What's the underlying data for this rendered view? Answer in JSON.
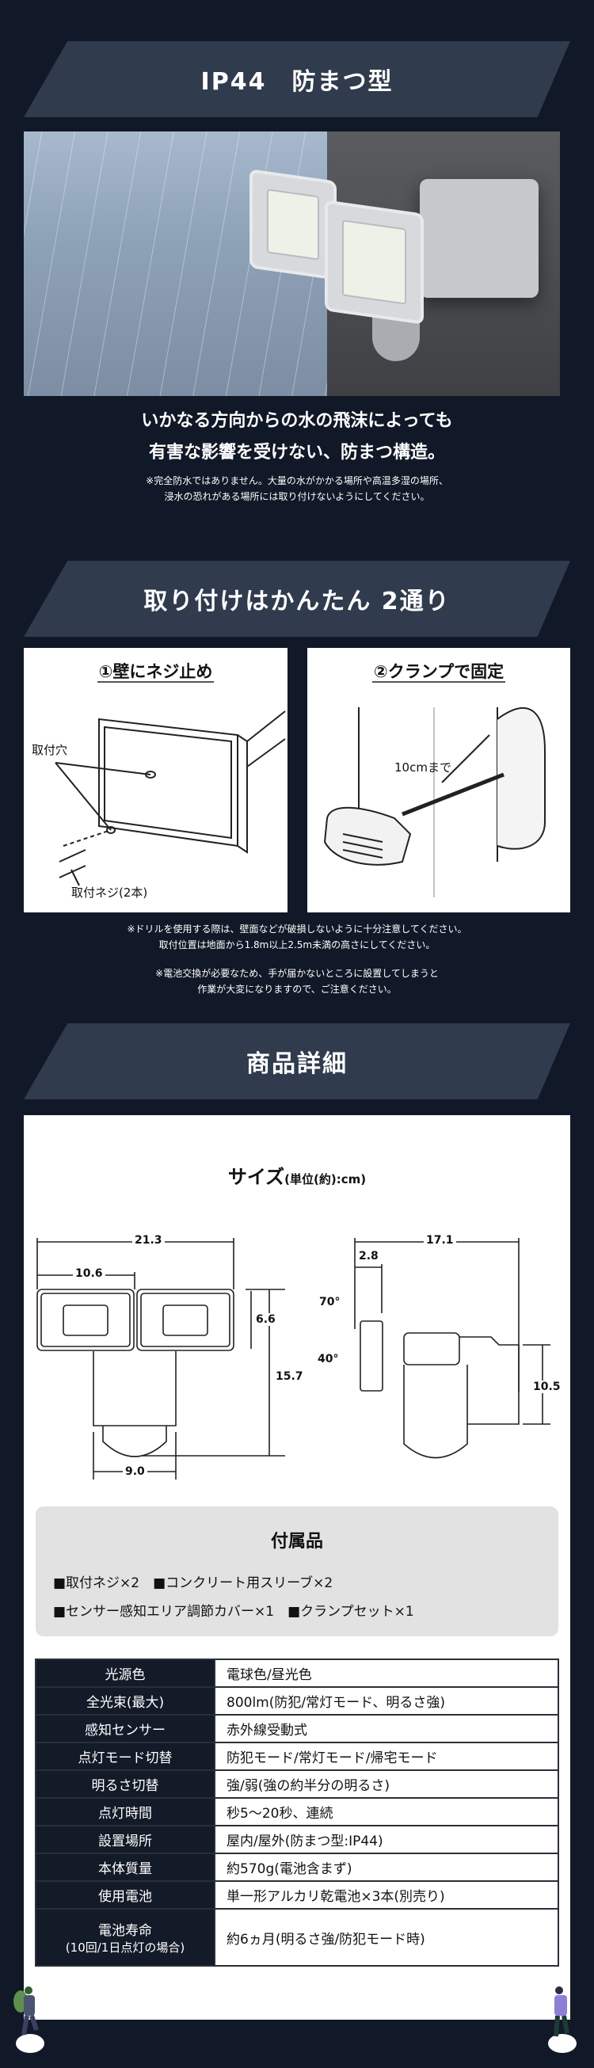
{
  "section1": {
    "banner_title": "IP44　防まつ型",
    "description_lines": [
      "いかなる方向からの水の飛沫によっても",
      "有害な影響を受けない、防まつ構造。"
    ],
    "note_lines": [
      "※完全防水ではありません。大量の水がかかる場所や高温多湿の場所、",
      "浸水の恐れがある場所には取り付けないようにしてください。"
    ]
  },
  "section2": {
    "banner_title": "取り付けはかんたん 2通り",
    "methods": [
      {
        "title": "①壁にネジ止め",
        "labels": [
          "取付穴",
          "取付ネジ(2本)"
        ]
      },
      {
        "title": "②クランプで固定",
        "labels": [
          "10cmまで"
        ]
      }
    ],
    "notes": [
      [
        "※ドリルを使用する際は、壁面などが破損しないように十分注意してください。",
        "取付位置は地面から1.8m以上2.5m未満の高さにしてください。"
      ],
      [
        "※電池交換が必要なため、手が届かないところに設置してしまうと",
        "作業が大変になりますので、ご注意ください。"
      ]
    ]
  },
  "section3": {
    "banner_title": "商品詳細",
    "size": {
      "title": "サイズ",
      "unit": "(単位(約):cm)",
      "front": {
        "total_width": "21.3",
        "head_width": "10.6",
        "head_height": "6.6",
        "total_height": "15.7",
        "base_width": "9.0"
      },
      "side": {
        "depth": "17.1",
        "head_depth": "2.8",
        "tilt_up": "70°",
        "tilt_down": "40°",
        "mount_height": "10.5"
      }
    },
    "accessories": {
      "title": "付属品",
      "rows": [
        "■取付ネジ×2　■コンクリート用スリーブ×2",
        "■センサー感知エリア調節カバー×1　■クランプセット×1"
      ]
    },
    "specs": [
      {
        "key": "光源色",
        "value": "電球色/昼光色"
      },
      {
        "key": "全光束(最大)",
        "value": "800lm(防犯/常灯モード、明るさ強)"
      },
      {
        "key": "感知センサー",
        "value": "赤外線受動式"
      },
      {
        "key": "点灯モード切替",
        "value": "防犯モード/常灯モード/帰宅モード"
      },
      {
        "key": "明るさ切替",
        "value": "強/弱(強の約半分の明るさ)"
      },
      {
        "key": "点灯時間",
        "value": "秒5〜20秒、連続"
      },
      {
        "key": "設置場所",
        "value": "屋内/屋外(防まつ型:IP44)"
      },
      {
        "key": "本体質量",
        "value": "約570g(電池含まず)"
      },
      {
        "key": "使用電池",
        "value": "単一形アルカリ乾電池×3本(別売り)"
      },
      {
        "key": "電池寿命",
        "key_sub": "(10回/1日点灯の場合)",
        "value": "約6ヵ月(明るさ強/防犯モード時)"
      }
    ]
  },
  "colors": {
    "background": "#111827",
    "banner": "#303b4d",
    "table_key_bg": "#131a28",
    "accessory_bg": "#e2e2e2"
  }
}
